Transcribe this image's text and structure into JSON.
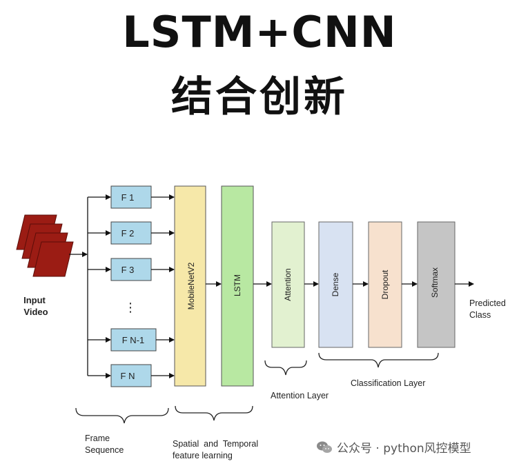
{
  "title": {
    "line1": "LSTM+CNN",
    "line2": "结合创新"
  },
  "input": {
    "line1": "Input",
    "line2": "Video"
  },
  "frames": [
    "F 1",
    "F 2",
    "F 3",
    "F N-1",
    "F N"
  ],
  "frames_ellipsis": "⋮",
  "layers": {
    "mobilenet": "MobileNetV2",
    "lstm": "LSTM",
    "attention": "Attention",
    "dense": "Dense",
    "dropout": "Dropout",
    "softmax": "Softmax"
  },
  "output": {
    "line1": "Predicted",
    "line2": "Class"
  },
  "groups": {
    "frame_sequence": {
      "line1": "Frame",
      "line2": "Sequence"
    },
    "spatial_temporal": {
      "line1": "Spatial  and  Temporal",
      "line2": "feature learning"
    },
    "attention_layer": "Attention Layer",
    "classification_layer": "Classification Layer"
  },
  "watermark": "公众号 · python风控模型",
  "colors": {
    "frame_fill": "#aed8ea",
    "mobilenet_fill": "#f6e8a9",
    "lstm_fill": "#b8e8a2",
    "attention_fill": "#e2f1d0",
    "dense_fill": "#d8e2f2",
    "dropout_fill": "#f7e1ce",
    "softmax_fill": "#c5c5c5",
    "video_fill": "#9b1c14"
  }
}
